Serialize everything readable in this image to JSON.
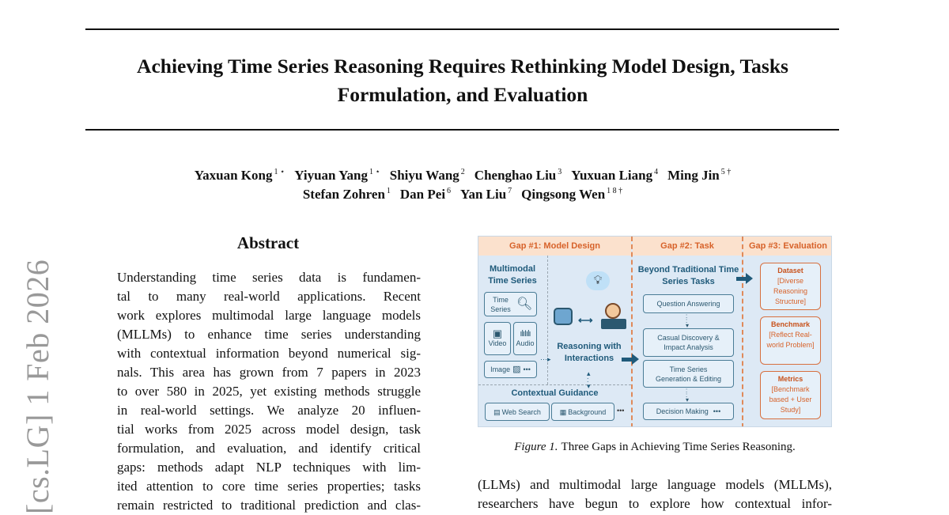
{
  "side_label": "[cs.LG]  1 Feb 2026",
  "title_lines": [
    "Achieving Time Series Reasoning Requires Rethinking Model Design, Tasks",
    "Formulation, and Evaluation"
  ],
  "authors_line1": [
    {
      "name": "Yaxuan Kong",
      "sup": "1 ⋆"
    },
    {
      "name": "Yiyuan Yang",
      "sup": "1 ⋆"
    },
    {
      "name": "Shiyu Wang",
      "sup": "2"
    },
    {
      "name": "Chenghao Liu",
      "sup": "3"
    },
    {
      "name": "Yuxuan Liang",
      "sup": "4"
    },
    {
      "name": "Ming Jin",
      "sup": "5 †"
    }
  ],
  "authors_line2": [
    {
      "name": "Stefan Zohren",
      "sup": "1"
    },
    {
      "name": "Dan Pei",
      "sup": "6"
    },
    {
      "name": "Yan Liu",
      "sup": "7"
    },
    {
      "name": "Qingsong Wen",
      "sup": "1 8 †"
    }
  ],
  "abstract": {
    "heading": "Abstract",
    "lines": [
      "Understanding time series data is fundamen-",
      "tal to many real-world applications.  Recent",
      "work explores multimodal large language models",
      "(MLLMs) to enhance time series understanding",
      "with contextual information beyond numerical sig-",
      "nals. This area has grown from 7 papers in 2023",
      "to over 580 in 2025, yet existing methods struggle",
      "in real-world settings.  We analyze 20 influen-",
      "tial works from 2025 across model design, task",
      "formulation, and evaluation, and identify critical",
      "gaps:  methods adapt NLP techniques with lim-",
      "ited attention to core time series properties; tasks",
      "remain restricted to traditional prediction and clas-"
    ]
  },
  "figure": {
    "gap1": "Gap #1: Model Design",
    "gap2": "Gap #2: Task",
    "gap3": "Gap #3: Evaluation",
    "multimodal": "Multimodal Time Series",
    "time_series": "Time Series",
    "video": "Video",
    "audio": "Audio",
    "image": "Image",
    "ellipsis": "•••",
    "reasoning": "Reasoning with Interactions",
    "contextual": "Contextual Guidance",
    "web_search": "Web Search",
    "background": "Background",
    "beyond": "Beyond Traditional Time Series Tasks",
    "tasks": [
      "Question Answering",
      "Casual Discovery & Impact Analysis",
      "Time Series Generation & Editing",
      "Decision Making"
    ],
    "eval": [
      {
        "title": "Dataset",
        "desc": "[Diverse Reasoning Structure]"
      },
      {
        "title": "Benchmark",
        "desc": "[Reflect Real-world Problem]"
      },
      {
        "title": "Metrics",
        "desc": "[Benchmark based + User Study]"
      }
    ]
  },
  "caption": {
    "label": "Figure 1.",
    "text": "Three Gaps in Achieving Time Series Reasoning."
  },
  "right_lines": [
    "(LLMs) and multimodal large language models (MLLMs),",
    "researchers have begun to explore how contextual infor-"
  ]
}
